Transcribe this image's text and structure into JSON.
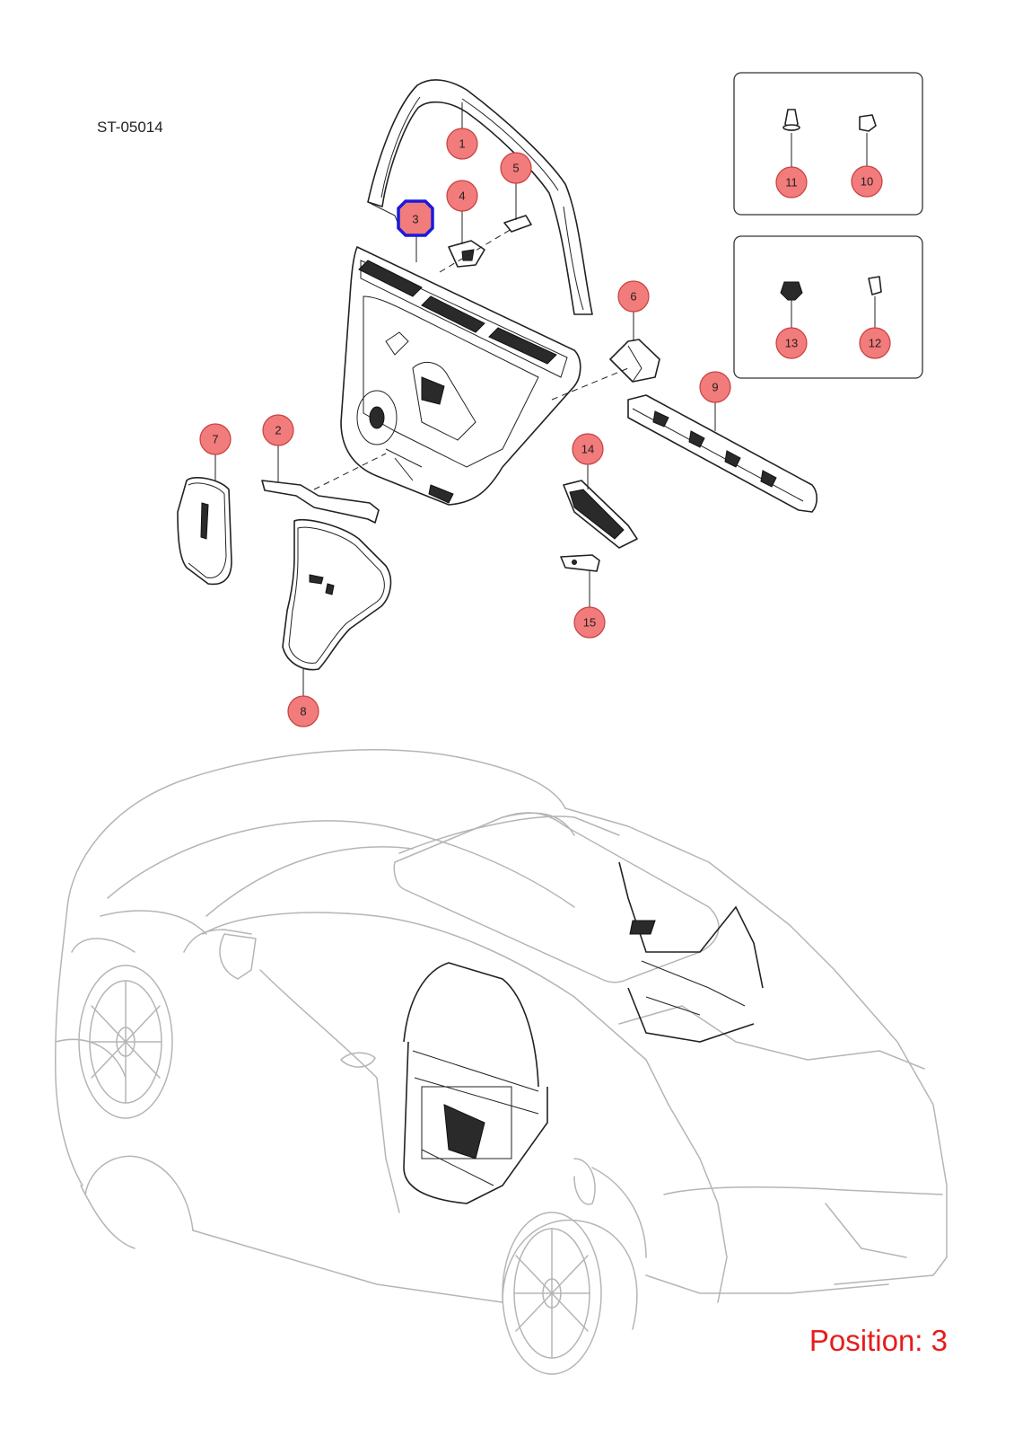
{
  "document_code": "ST-05014",
  "position_label": "Position: 3",
  "highlighted_callout": "3",
  "colors": {
    "callout_fill": "#f27b7b",
    "highlight_border": "#1a1adc",
    "position_text": "#e81c1c",
    "car_outline": "#b5b5b5"
  },
  "callouts": [
    {
      "label": "1",
      "part": "window-frame-seal"
    },
    {
      "label": "2",
      "part": "lower-bracket"
    },
    {
      "label": "3",
      "part": "rear-door-inner-panel"
    },
    {
      "label": "4",
      "part": "handle-bracket"
    },
    {
      "label": "5",
      "part": "clip-mount"
    },
    {
      "label": "6",
      "part": "corner-trim"
    },
    {
      "label": "7",
      "part": "insulation-pad-small"
    },
    {
      "label": "8",
      "part": "water-shield"
    },
    {
      "label": "9",
      "part": "armrest-trim-strip"
    },
    {
      "label": "10",
      "part": "clip"
    },
    {
      "label": "11",
      "part": "push-pin-fastener"
    },
    {
      "label": "12",
      "part": "retainer-clip"
    },
    {
      "label": "13",
      "part": "nut-clip"
    },
    {
      "label": "14",
      "part": "switch-panel"
    },
    {
      "label": "15",
      "part": "mounting-plate"
    }
  ]
}
